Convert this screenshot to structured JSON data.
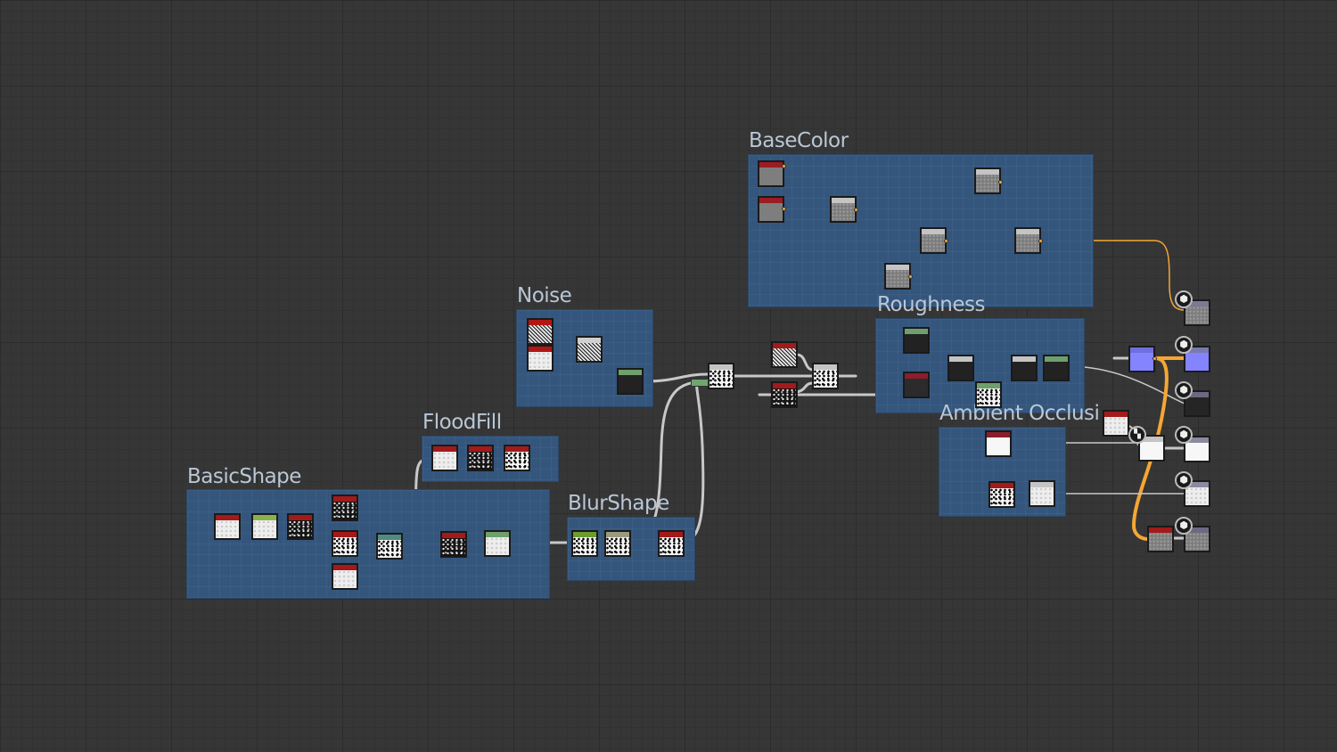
{
  "frames": [
    {
      "id": "basecolor",
      "title": "BaseColor"
    },
    {
      "id": "noise",
      "title": "Noise"
    },
    {
      "id": "roughness",
      "title": "Roughness"
    },
    {
      "id": "floodfill",
      "title": "FloodFill"
    },
    {
      "id": "basicshape",
      "title": "BasicShape"
    },
    {
      "id": "blurshape",
      "title": "BlurShape"
    },
    {
      "id": "ambientocclusion",
      "title": "Ambient Occlusi"
    }
  ],
  "outputs": [
    {
      "name": "basecolor-output",
      "icon": "cube-icon"
    },
    {
      "name": "normal-output",
      "icon": "cube-icon"
    },
    {
      "name": "roughness-output",
      "icon": "cube-icon"
    },
    {
      "name": "metallic-output",
      "icon": "cube-icon"
    },
    {
      "name": "ambient-occlusion-output",
      "icon": "cube-icon"
    },
    {
      "name": "height-output",
      "icon": "cube-icon"
    }
  ],
  "colors": {
    "background": "#363636",
    "frame": "#34567d",
    "wire_color": "#f4a734",
    "wire_gray": "#c8c8c8",
    "header_red": "#9b1c22",
    "header_green": "#7fa04a",
    "header_lightgreen": "#6f9f6c",
    "header_gray": "#bdbdbd",
    "header_tan": "#9a9a80",
    "header_teal": "#4f8b82",
    "normal_blue": "#8484ff"
  }
}
